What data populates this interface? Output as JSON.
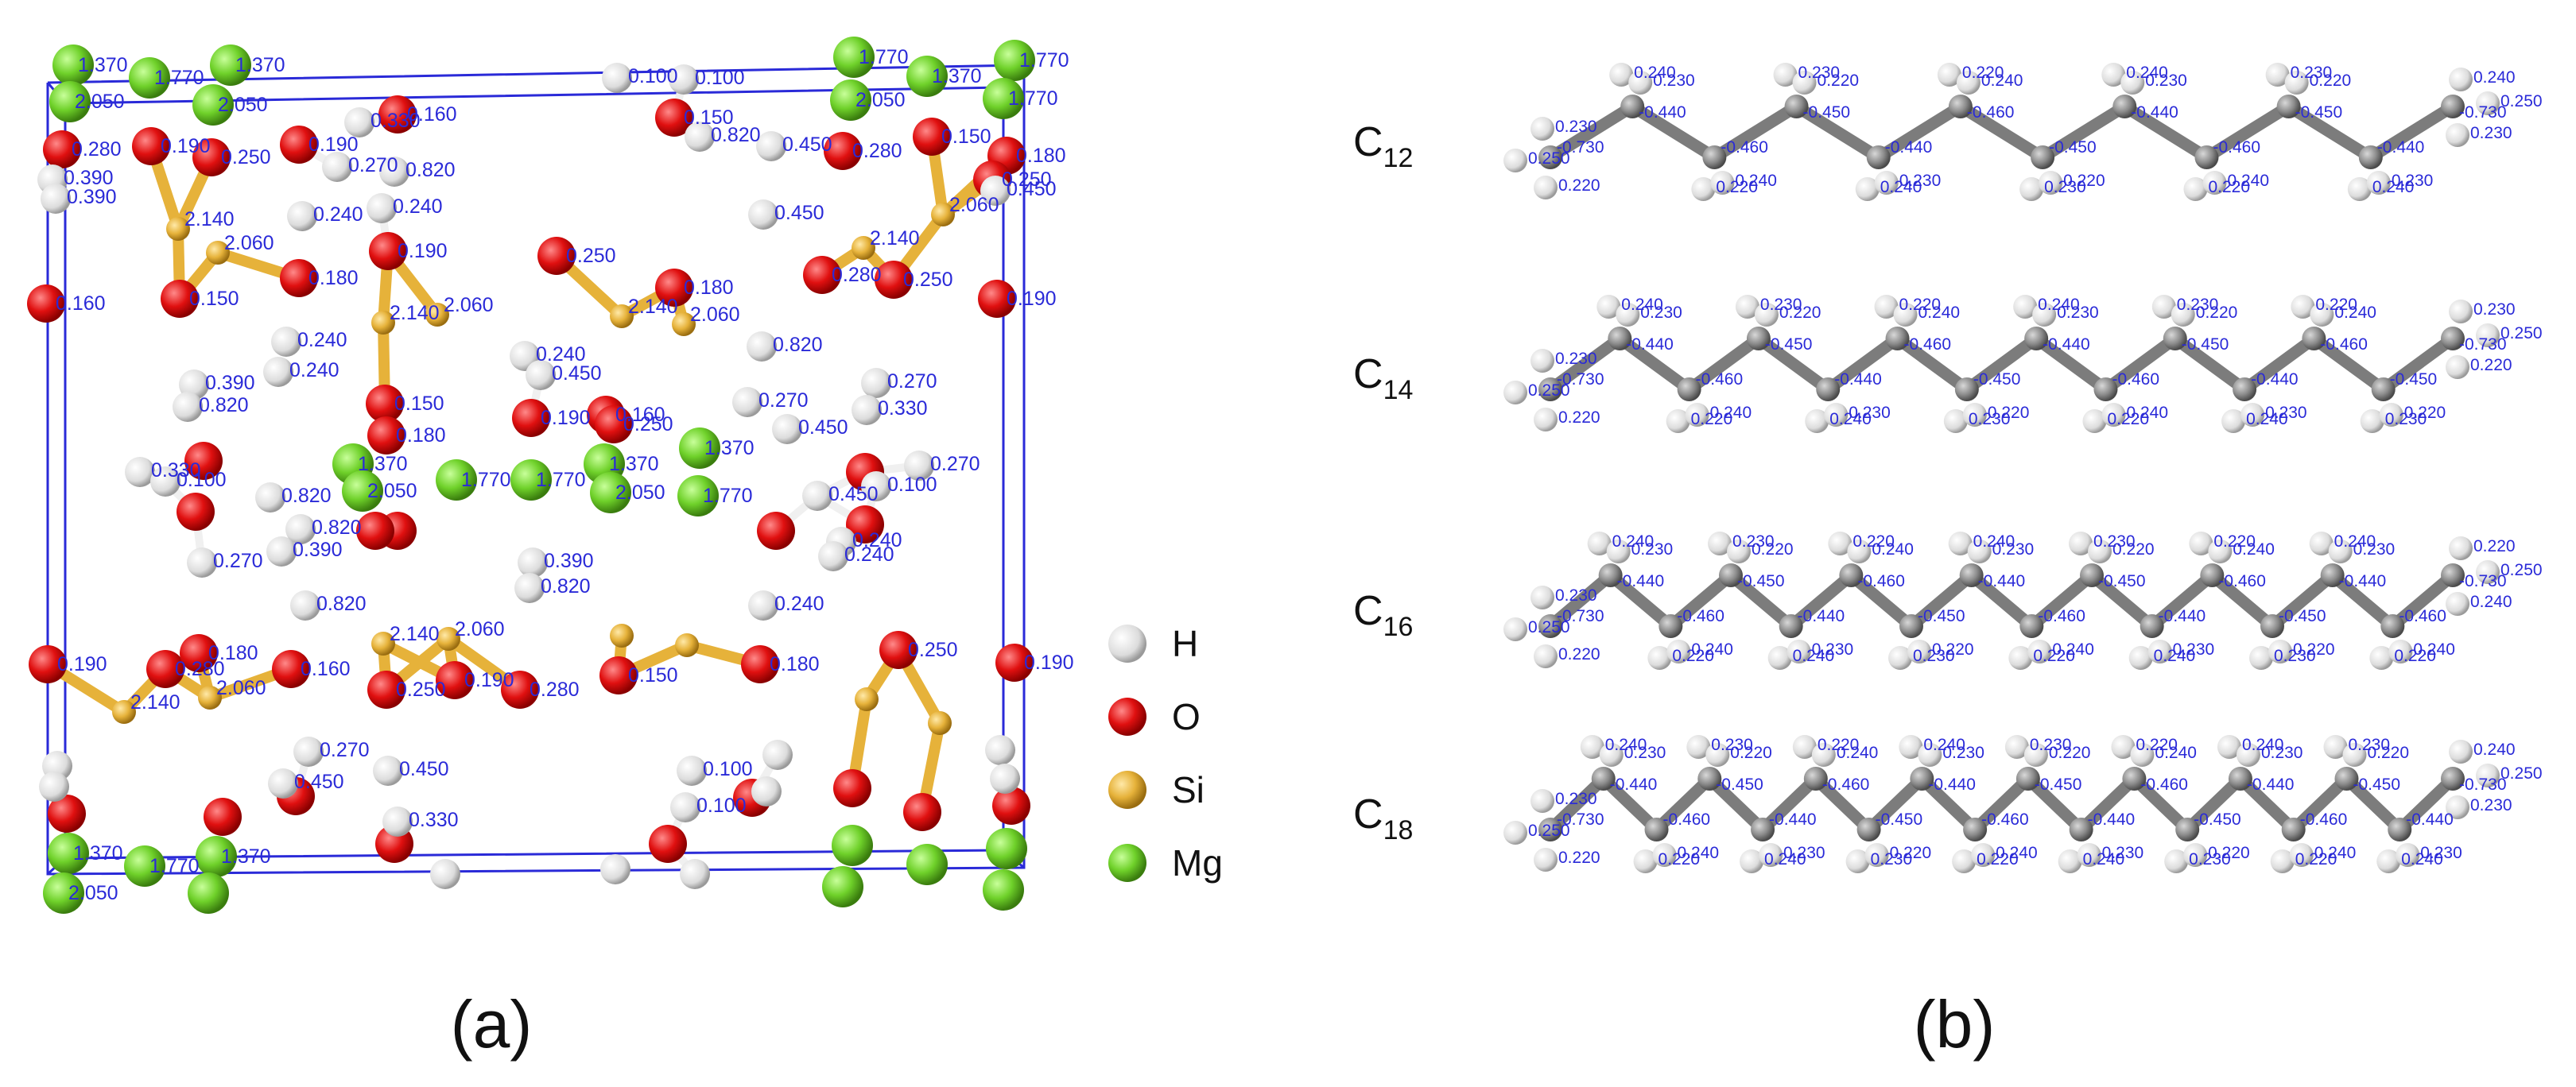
{
  "figure": {
    "panels": [
      {
        "label": "(a)"
      },
      {
        "label": "(b)"
      }
    ],
    "legend": [
      {
        "element": "H",
        "color": "#e9e9e9"
      },
      {
        "element": "O",
        "color": "#e01010"
      },
      {
        "element": "Si",
        "color": "#e6b23a"
      },
      {
        "element": "Mg",
        "color": "#6fd12a"
      }
    ],
    "chains": [
      {
        "name": "C",
        "subscript": "12",
        "carbons": 12
      },
      {
        "name": "C",
        "subscript": "14",
        "carbons": 14
      },
      {
        "name": "C",
        "subscript": "16",
        "carbons": 16
      },
      {
        "name": "C",
        "subscript": "18",
        "carbons": 18
      }
    ],
    "colors": {
      "cell_box": "#2a2ad8",
      "charge_text": "#2a2ad8",
      "carbon": "#8a8a8a",
      "hydrogen": "#eeeeee"
    },
    "cell_labels": {
      "mg": [
        "1.370",
        "2.050",
        "1.770",
        "1.370",
        "2.050",
        "1.770",
        "1.370",
        "1.770",
        "2.050",
        "1.770",
        "1.370",
        "1.770",
        "2.050",
        "1.770",
        "1.370",
        "1.370",
        "2.050",
        "1.770",
        "1.370",
        "2.050",
        "1.770",
        "1.370"
      ],
      "o": [
        "0.280",
        "0.190",
        "0.250",
        "0.160",
        "0.150",
        "0.180",
        "0.190",
        "0.250",
        "0.180",
        "0.280",
        "0.250",
        "0.190",
        "0.150",
        "0.160",
        "0.180",
        "0.190",
        "0.250",
        "0.280",
        "0.150",
        "0.180",
        "0.190",
        "0.160",
        "0.150",
        "0.250",
        "0.190",
        "0.280",
        "0.180",
        "0.160",
        "0.250",
        "0.190",
        "0.280",
        "0.150",
        "0.180",
        "0.250",
        "0.190"
      ],
      "h": [
        "0.100",
        "0.100",
        "0.330",
        "0.270",
        "0.820",
        "0.820",
        "0.450",
        "0.450",
        "0.240",
        "0.240",
        "0.390",
        "0.390",
        "0.450",
        "0.240",
        "0.390",
        "0.240",
        "0.820",
        "0.820",
        "0.270",
        "0.270",
        "0.450",
        "0.330",
        "0.100",
        "0.330",
        "0.270",
        "0.100",
        "0.820",
        "0.820",
        "0.450",
        "0.240",
        "0.240",
        "0.450",
        "0.390",
        "0.390",
        "0.240",
        "0.240",
        "0.820",
        "0.820",
        "0.270",
        "0.270",
        "0.450",
        "0.450",
        "0.330",
        "0.100",
        "0.100"
      ],
      "si": [
        "2.140",
        "2.060",
        "2.140",
        "2.060",
        "2.140",
        "2.060",
        "2.140",
        "2.060",
        "2.140",
        "2.060",
        "2.140",
        "2.060"
      ]
    },
    "chain_labels": {
      "carbon_end": "-0.730",
      "carbon_mid": [
        "-0.450",
        "-0.440",
        "-0.460"
      ],
      "h_end": "0.250",
      "h_mid": [
        "0.240",
        "0.230",
        "0.220"
      ]
    }
  }
}
